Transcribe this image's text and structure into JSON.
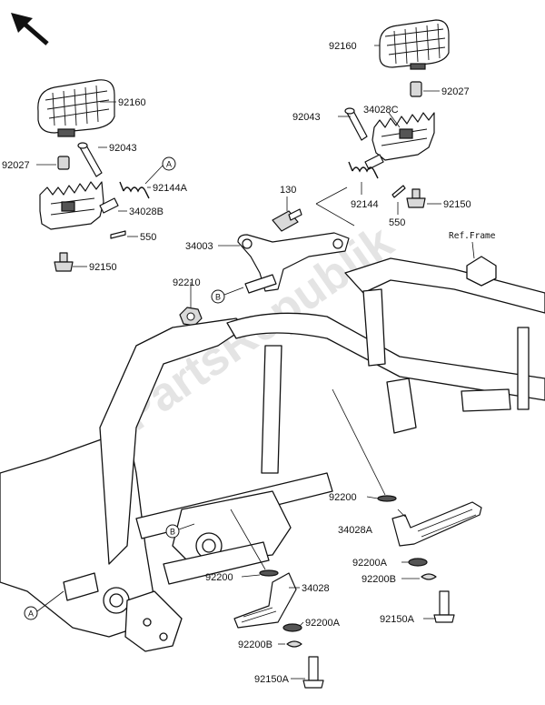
{
  "watermark": "PartsRepublik",
  "ref_frame": "Ref.Frame",
  "callouts": {
    "a": "A",
    "b": "B"
  },
  "labels": {
    "p92160_left": "92160",
    "p92160_right": "92160",
    "p92027_left": "92027",
    "p92027_right": "92027",
    "p92043_left": "92043",
    "p92043_right": "92043",
    "p34028c": "34028C",
    "p34028b": "34028B",
    "p92144a": "92144A",
    "p92144": "92144",
    "p550_left": "550",
    "p550_right": "550",
    "p92150_left": "92150",
    "p92150_right": "92150",
    "p130": "130",
    "p34003": "34003",
    "p92210": "92210",
    "p92200_top": "92200",
    "p92200_mid": "92200",
    "p34028a": "34028A",
    "p34028": "34028",
    "p92200a_right": "92200A",
    "p92200a_bottom": "92200A",
    "p92200b_right": "92200B",
    "p92200b_bottom": "92200B",
    "p92150a_right": "92150A",
    "p92150a_bottom": "92150A"
  }
}
